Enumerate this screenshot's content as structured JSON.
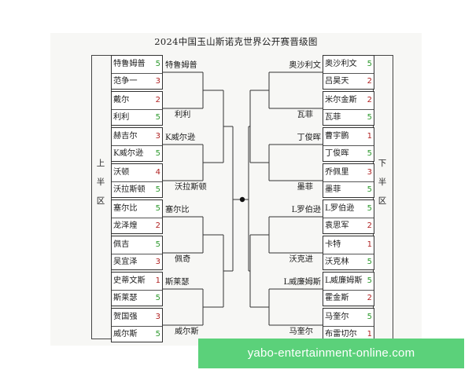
{
  "title": "2024中国玉山斯诺克世界公开赛晋级图",
  "left_half": {
    "label_chars": [
      "上",
      "半",
      "区"
    ]
  },
  "right_half": {
    "label_chars": [
      "下",
      "半",
      "区"
    ]
  },
  "left_matches": [
    {
      "p1": "特鲁姆普",
      "s1": "5",
      "r1": "win",
      "p2": "范争一",
      "s2": "3",
      "r2": "lose"
    },
    {
      "p1": "戴尔",
      "s1": "2",
      "r1": "lose",
      "p2": "利利",
      "s2": "5",
      "r2": "win"
    },
    {
      "p1": "赫吉尔",
      "s1": "3",
      "r1": "lose",
      "p2": "K威尔逊",
      "s2": "5",
      "r2": "win"
    },
    {
      "p1": "沃顿",
      "s1": "4",
      "r1": "lose",
      "p2": "沃拉斯顿",
      "s2": "5",
      "r2": "win"
    },
    {
      "p1": "塞尔比",
      "s1": "5",
      "r1": "win",
      "p2": "龙泽煌",
      "s2": "2",
      "r2": "lose"
    },
    {
      "p1": "佩吉",
      "s1": "5",
      "r1": "win",
      "p2": "吴宜泽",
      "s2": "3",
      "r2": "lose"
    },
    {
      "p1": "史蒂文斯",
      "s1": "1",
      "r1": "lose",
      "p2": "斯莱瑟",
      "s2": "5",
      "r2": "win"
    },
    {
      "p1": "贺国强",
      "s1": "3",
      "r1": "lose",
      "p2": "威尔斯",
      "s2": "5",
      "r2": "win"
    }
  ],
  "right_matches": [
    {
      "p1": "奥沙利文",
      "s1": "5",
      "r1": "win",
      "p2": "吕昊天",
      "s2": "2",
      "r2": "lose"
    },
    {
      "p1": "米尔金斯",
      "s1": "2",
      "r1": "lose",
      "p2": "瓦菲",
      "s2": "5",
      "r2": "win"
    },
    {
      "p1": "曹宇鹏",
      "s1": "1",
      "r1": "lose",
      "p2": "丁俊晖",
      "s2": "5",
      "r2": "win"
    },
    {
      "p1": "乔佩里",
      "s1": "3",
      "r1": "lose",
      "p2": "墨菲",
      "s2": "5",
      "r2": "win"
    },
    {
      "p1": "L罗伯逊",
      "s1": "5",
      "r1": "win",
      "p2": "袁思军",
      "s2": "2",
      "r2": "lose"
    },
    {
      "p1": "卡特",
      "s1": "1",
      "r1": "lose",
      "p2": "沃克林",
      "s2": "5",
      "r2": "win"
    },
    {
      "p1": "L威廉姆斯",
      "s1": "5",
      "r1": "win",
      "p2": "霍金斯",
      "s2": "2",
      "r2": "lose"
    },
    {
      "p1": "马奎尔",
      "s1": "5",
      "r1": "win",
      "p2": "布雷切尔",
      "s2": "1",
      "r2": "lose"
    }
  ],
  "left_r2_winners": [
    "特鲁姆普",
    "利利",
    "K威尔逊",
    "沃拉斯顿",
    "塞尔比",
    "佩奇",
    "斯莱瑟",
    "威尔斯"
  ],
  "right_r2_winners": [
    "奥沙利文",
    "瓦菲",
    "丁俊晖",
    "墨菲",
    "L罗伯逊",
    "沃克进",
    "L威廉姆斯",
    "马奎尔"
  ],
  "colors": {
    "win": "#2e9a2e",
    "lose": "#b02020",
    "watermark_bg": "#5bd17a"
  },
  "watermark": "yabo-entertainment-online.com"
}
